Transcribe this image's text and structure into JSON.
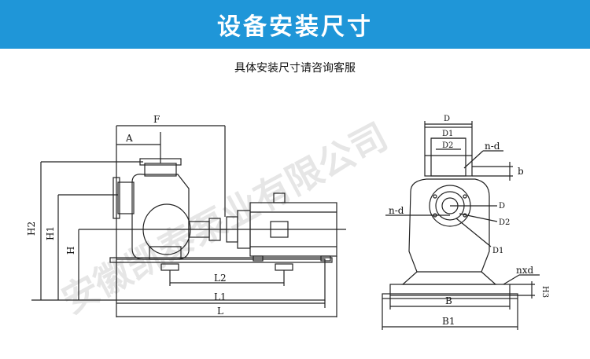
{
  "header": {
    "title": "设备安装尺寸"
  },
  "subtitle": "具体安装尺寸请咨询客服",
  "watermark": "安徽凯泰泵业有限公司",
  "side_view_labels": {
    "F": "F",
    "A": "A",
    "H2": "H2",
    "H1": "H1",
    "H": "H",
    "L2": "L2",
    "L1": "L1",
    "L": "L"
  },
  "front_view_labels": {
    "D_top": "D",
    "D1_top": "D1",
    "D2_top": "D2",
    "nd_top": "n-d",
    "b": "b",
    "nd_left": "n-d",
    "D_right": "D",
    "D2_right": "D2",
    "D1_right": "D1",
    "nxd": "nxd",
    "H3": "H3",
    "B": "B",
    "B1": "B1"
  },
  "colors": {
    "banner": "#1f96d8",
    "line": "#222222"
  }
}
